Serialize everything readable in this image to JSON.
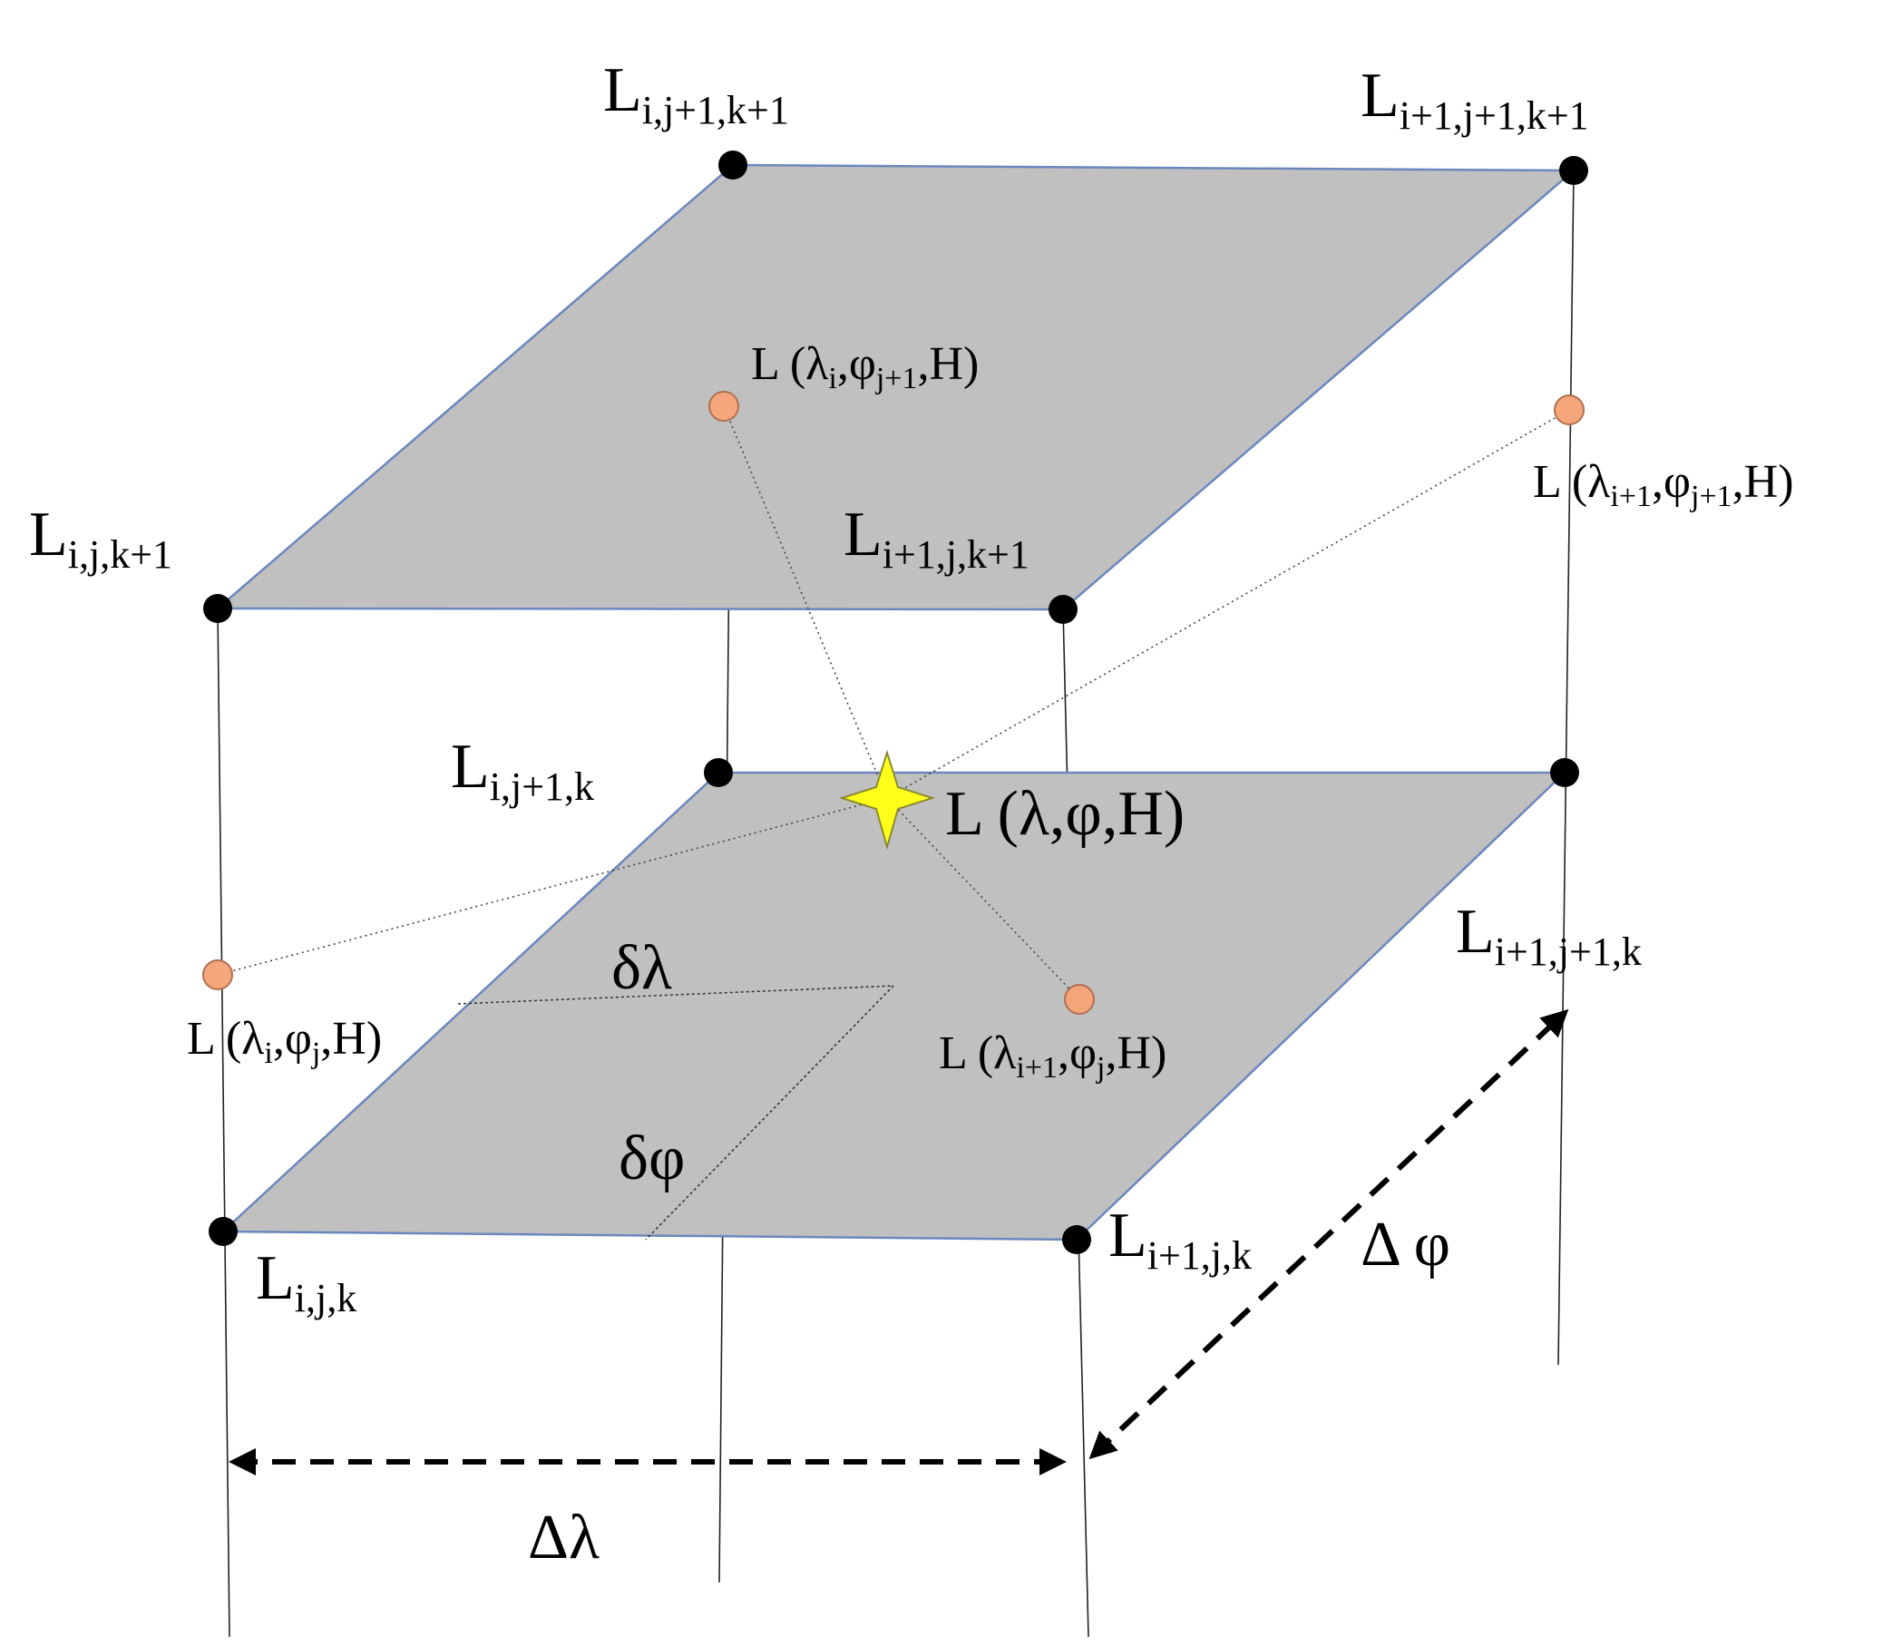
{
  "colors": {
    "plane_fill": "#c0c0c0",
    "plane_edge": "#6b87bd",
    "grid_node": "#000000",
    "interp_node": "#f5a77b",
    "target_star": "#ffff1a"
  },
  "icons": {
    "grid_node": "black-circle",
    "interp_node": "orange-circle",
    "target": "yellow-four-point-star"
  },
  "labels": {
    "l_ij1k1": {
      "main": "L",
      "sub": "i,j+1,k+1"
    },
    "l_i1j1k1": {
      "main": "L",
      "sub": "i+1,j+1,k+1"
    },
    "l_ijk1": {
      "main": "L",
      "sub": "i,j,k+1"
    },
    "l_i1jk1": {
      "main": "L",
      "sub": "i+1,j,k+1"
    },
    "l_ij1k": {
      "main": "L",
      "sub": "i,j+1,k"
    },
    "l_i1j1k": {
      "main": "L",
      "sub": "i+1,j+1,k"
    },
    "l_ijk": {
      "main": "L",
      "sub": "i,j,k"
    },
    "l_i1jk": {
      "main": "L",
      "sub": "i+1,j,k"
    },
    "interp_i_j1": {
      "pre": "L (λ",
      "s1": "i",
      "mid": ",φ",
      "s2": "j+1",
      "post": ",H)"
    },
    "interp_i1_j1": {
      "pre": "L (λ",
      "s1": "i+1",
      "mid": ",φ",
      "s2": "j+1",
      "post": ",H)"
    },
    "interp_i_j": {
      "pre": "L (λ",
      "s1": "i",
      "mid": ",φ",
      "s2": "j",
      "post": ",H)"
    },
    "interp_i1_j": {
      "pre": "L (λ",
      "s1": "i+1",
      "mid": ",φ",
      "s2": "j",
      "post": ",H)"
    },
    "target": "L (λ,φ,H)",
    "delta_small_lambda": "δλ",
    "delta_small_phi": "δφ",
    "delta_big_lambda": "Δλ",
    "delta_big_phi": "Δ φ"
  }
}
